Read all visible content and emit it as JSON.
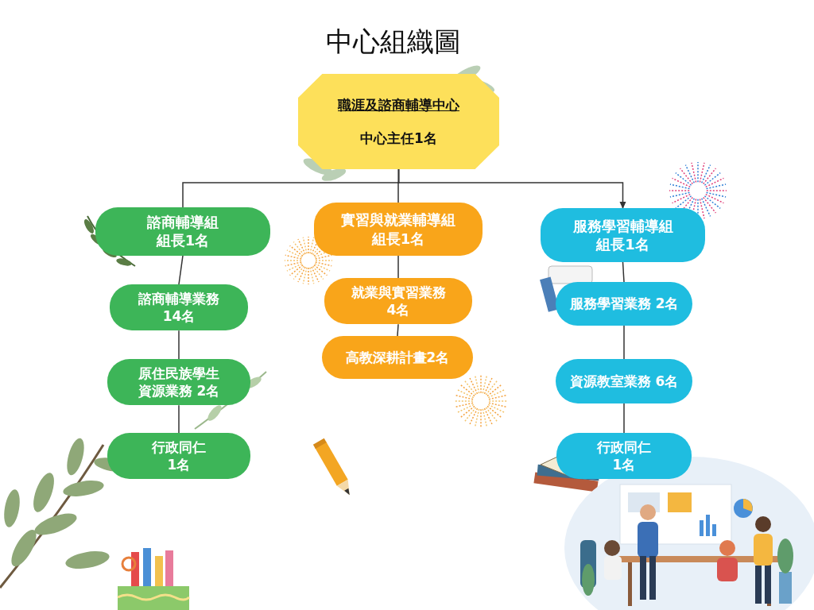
{
  "diagram": {
    "title": "中心組織圖",
    "nodes": [
      {
        "text": [
          "職涯及諮商輔導中心",
          "中心主任1名"
        ]
      },
      {
        "text": [
          "諮商輔導組 組長1名"
        ]
      },
      {
        "text": [
          "實習與就業輔導組 組長1名"
        ]
      },
      {
        "text": [
          "服務學習輔導組 組長1名"
        ]
      },
      {
        "text": [
          "諮商輔導業務 14名"
        ]
      },
      {
        "text": [
          "原住民族學生 資源業務 2名"
        ]
      },
      {
        "text": [
          "行政同仁 1名"
        ]
      },
      {
        "text": [
          "就業與實習業務 4名"
        ]
      },
      {
        "text": [
          "高教深耕計畫2名"
        ]
      },
      {
        "text": [
          "服務學習業務 2名"
        ]
      },
      {
        "text": [
          "資源教室業務 6名"
        ]
      },
      {
        "text": [
          "行政同仁 1名"
        ]
      }
    ],
    "edges": [
      {
        "from": 0,
        "to": 1,
        "arrow": "none"
      },
      {
        "from": 0,
        "to": 2,
        "arrow": "none"
      },
      {
        "from": 0,
        "to": 3,
        "arrow": "to"
      },
      {
        "from": 1,
        "to": 4,
        "arrow": "none"
      },
      {
        "from": 4,
        "to": 5,
        "arrow": "none"
      },
      {
        "from": 5,
        "to": 6,
        "arrow": "none"
      },
      {
        "from": 2,
        "to": 7,
        "arrow": "none"
      },
      {
        "from": 7,
        "to": 8,
        "arrow": "none"
      },
      {
        "from": 3,
        "to": 9,
        "arrow": "none"
      },
      {
        "from": 9,
        "to": 10,
        "arrow": "none"
      },
      {
        "from": 10,
        "to": 11,
        "arrow": "none"
      }
    ]
  }
}
